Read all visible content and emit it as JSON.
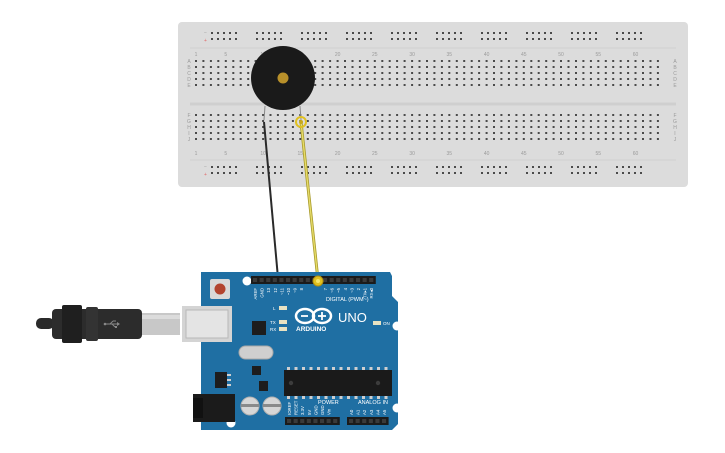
{
  "colors": {
    "breadboard": "#dcdcdc",
    "rail_red": "#e06a6a",
    "rail_blue": "#6a8ad8",
    "hole": "#4a4a4a",
    "board_blue": "#1f6fa3",
    "wire_black": "#2a2a2a",
    "wire_yellow": "#d8c84a",
    "buzzer_body": "#1a1a1a",
    "buzzer_center": "#b8902a"
  },
  "breadboard": {
    "column_numbers": [
      "1",
      "5",
      "10",
      "15",
      "20",
      "25",
      "30",
      "35",
      "40",
      "45",
      "50",
      "55",
      "60"
    ],
    "row_letters_top": [
      "A",
      "B",
      "C",
      "D",
      "E"
    ],
    "row_letters_bottom": [
      "F",
      "G",
      "H",
      "I",
      "J"
    ],
    "rail_plus": "+",
    "rail_minus": "−"
  },
  "arduino": {
    "brand": "ARDUINO",
    "model": "UNO",
    "digital_label": "DIGITAL (PWM~)",
    "power_label": "POWER",
    "analog_label": "ANALOG IN",
    "on_label": "ON",
    "tx_label": "TX",
    "rx_label": "RX",
    "l_label": "L",
    "top_pins": [
      "AREF",
      "GND",
      "13",
      "12",
      "~11",
      "~10",
      "~9",
      "8",
      "7",
      "~6",
      "~5",
      "4",
      "~3",
      "2",
      "TX▸1",
      "RX◂0"
    ],
    "power_pins": [
      "IOREF",
      "RESET",
      "3.3V",
      "5V",
      "GND",
      "GND",
      "Vin"
    ],
    "analog_pins": [
      "A0",
      "A1",
      "A2",
      "A3",
      "A4",
      "A5"
    ]
  },
  "icons": {
    "usb": "usb-icon",
    "reset": "reset-button-icon"
  }
}
